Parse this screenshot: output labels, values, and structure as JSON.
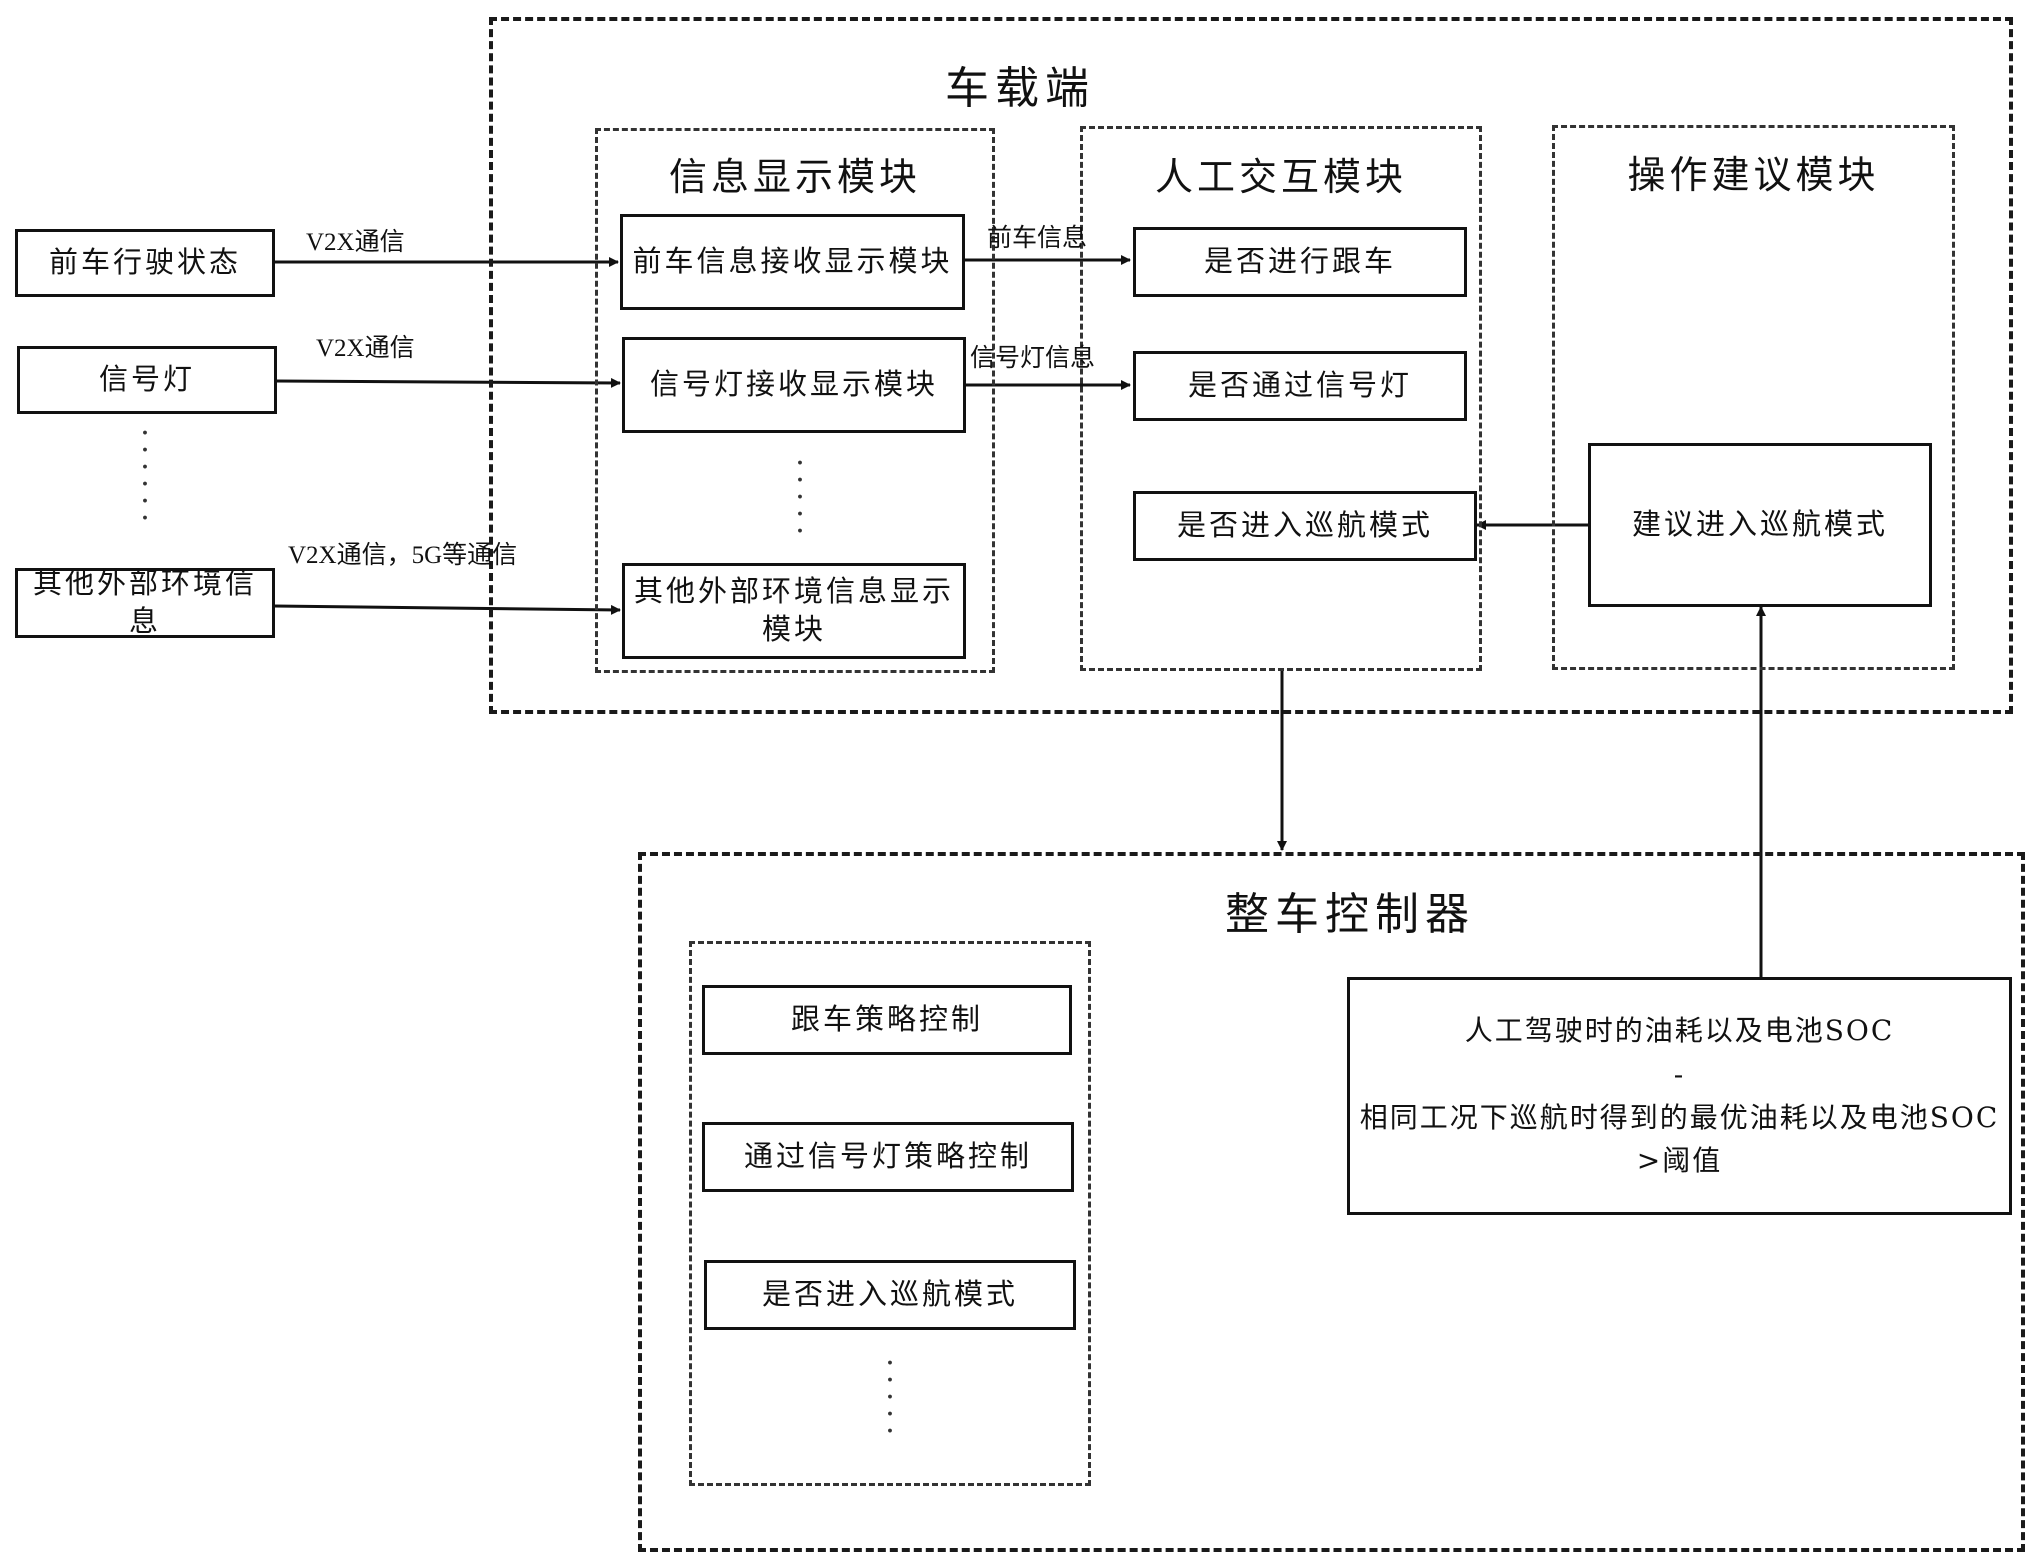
{
  "vehicle_terminal": {
    "title": "车载端",
    "info_display": {
      "title": "信息显示模块",
      "items": [
        "前车信息接收显示模块",
        "信号灯接收显示模块",
        "其他外部环境信息显示模块"
      ]
    },
    "human_interaction": {
      "title": "人工交互模块",
      "items": [
        "是否进行跟车",
        "是否通过信号灯",
        "是否进入巡航模式"
      ]
    },
    "operation_advice": {
      "title": "操作建议模块",
      "item": "建议进入巡航模式"
    }
  },
  "external_inputs": {
    "items": [
      "前车行驶状态",
      "信号灯",
      "其他外部环境信息"
    ],
    "links": [
      "V2X通信",
      "V2X通信",
      "V2X通信，5G等通信"
    ]
  },
  "internal_links": [
    "前车信息",
    "信号灯信息"
  ],
  "vcu": {
    "title": "整车控制器",
    "strategies": [
      "跟车策略控制",
      "通过信号灯策略控制",
      "是否进入巡航模式"
    ],
    "condition": {
      "line1": "人工驾驶时的油耗以及电池SOC",
      "minus": "-",
      "line2": "相同工况下巡航时得到的最优油耗以及电池SOC",
      "line3": ">阈值"
    }
  }
}
